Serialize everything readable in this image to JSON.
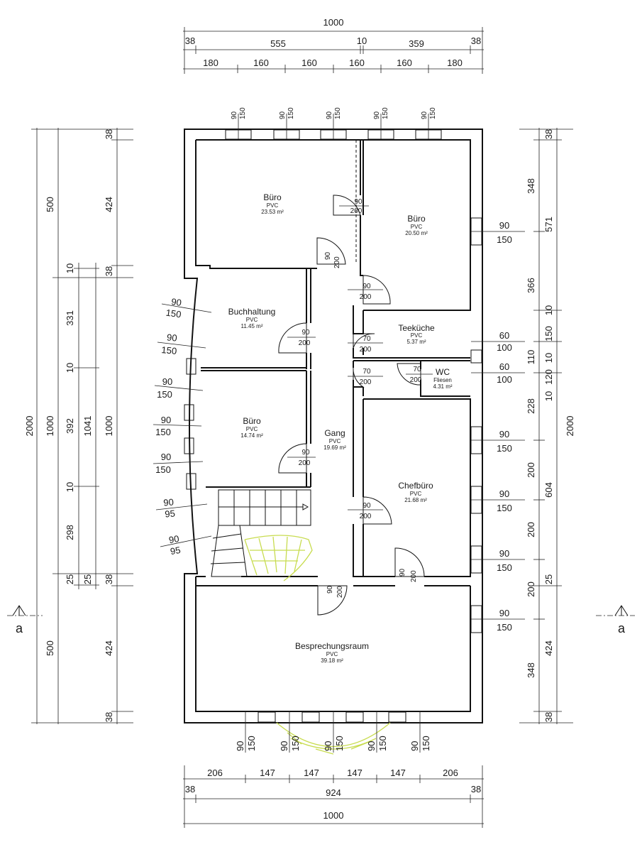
{
  "dimensions": {
    "top": {
      "total": "1000",
      "row2": [
        "38",
        "555",
        "10",
        "359",
        "38"
      ],
      "row3": [
        "180",
        "160",
        "160",
        "160",
        "160",
        "180"
      ]
    },
    "bottom": {
      "row1": [
        "206",
        "147",
        "147",
        "147",
        "147",
        "206"
      ],
      "row2": [
        "38",
        "924",
        "38"
      ],
      "total": "1000"
    },
    "left": {
      "outer_total": "2000",
      "col2": [
        "500",
        "1000",
        "500"
      ],
      "col3": [
        "10",
        "331",
        "10",
        "392",
        "10",
        "298",
        "25"
      ],
      "col4": "1041",
      "col5": [
        "38",
        "424",
        "38",
        "1000",
        "38",
        "424",
        "38"
      ],
      "col6": [
        "25"
      ]
    },
    "right": {
      "col1": [
        "348",
        "366",
        "110",
        "228",
        "200",
        "200",
        "200",
        "348"
      ],
      "col2": [
        "38",
        "571",
        "10",
        "150",
        "10",
        "120",
        "10",
        "604",
        "25",
        "424",
        "38"
      ],
      "total": "2000"
    }
  },
  "rooms": [
    {
      "name": "Büro",
      "floor": "PVC",
      "area": "23.53 m²"
    },
    {
      "name": "Büro",
      "floor": "PVC",
      "area": "20.50 m²"
    },
    {
      "name": "Buchhaltung",
      "floor": "PVC",
      "area": "11.45 m²"
    },
    {
      "name": "Teeküche",
      "floor": "PVC",
      "area": "5.37 m²"
    },
    {
      "name": "WC",
      "floor": "Fliesen",
      "area": "4.31 m²"
    },
    {
      "name": "Büro",
      "floor": "PVC",
      "area": "14.74 m²"
    },
    {
      "name": "Gang",
      "floor": "PVC",
      "area": "19.69 m²"
    },
    {
      "name": "Chefbüro",
      "floor": "PVC",
      "area": "21.68 m²"
    },
    {
      "name": "Besprechungsraum",
      "floor": "PVC",
      "area": "39.18 m²"
    }
  ],
  "doors": [
    {
      "w": "90",
      "h": "200"
    },
    {
      "w": "90",
      "h": "200"
    },
    {
      "w": "90",
      "h": "200"
    },
    {
      "w": "70",
      "h": "200"
    },
    {
      "w": "90",
      "h": "200"
    },
    {
      "w": "70",
      "h": "200"
    },
    {
      "w": "70",
      "h": "200"
    },
    {
      "w": "90",
      "h": "200"
    },
    {
      "w": "90",
      "h": "200"
    },
    {
      "w": "90",
      "h": "200"
    },
    {
      "w": "90",
      "h": "200"
    }
  ],
  "windows": {
    "top": [
      {
        "a": "90",
        "b": "150"
      },
      {
        "a": "90",
        "b": "150"
      },
      {
        "a": "90",
        "b": "150"
      },
      {
        "a": "90",
        "b": "150"
      },
      {
        "a": "90",
        "b": "150"
      }
    ],
    "bottom": [
      {
        "a": "90",
        "b": "150"
      },
      {
        "a": "90",
        "b": "150"
      },
      {
        "a": "90",
        "b": "150"
      },
      {
        "a": "90",
        "b": "150"
      },
      {
        "a": "90",
        "b": "150"
      }
    ],
    "right": [
      {
        "a": "90",
        "b": "150"
      },
      {
        "a": "60",
        "b": "100"
      },
      {
        "a": "60",
        "b": "100"
      },
      {
        "a": "90",
        "b": "150"
      },
      {
        "a": "90",
        "b": "150"
      },
      {
        "a": "90",
        "b": "150"
      },
      {
        "a": "90",
        "b": "150"
      }
    ],
    "left": [
      {
        "a": "90",
        "b": "150"
      },
      {
        "a": "90",
        "b": "150"
      },
      {
        "a": "90",
        "b": "150"
      },
      {
        "a": "90",
        "b": "150"
      },
      {
        "a": "90",
        "b": "150"
      },
      {
        "a": "90",
        "b": "95"
      },
      {
        "a": "90",
        "b": "95"
      }
    ]
  },
  "section_marks": {
    "left": "a",
    "right": "a"
  }
}
